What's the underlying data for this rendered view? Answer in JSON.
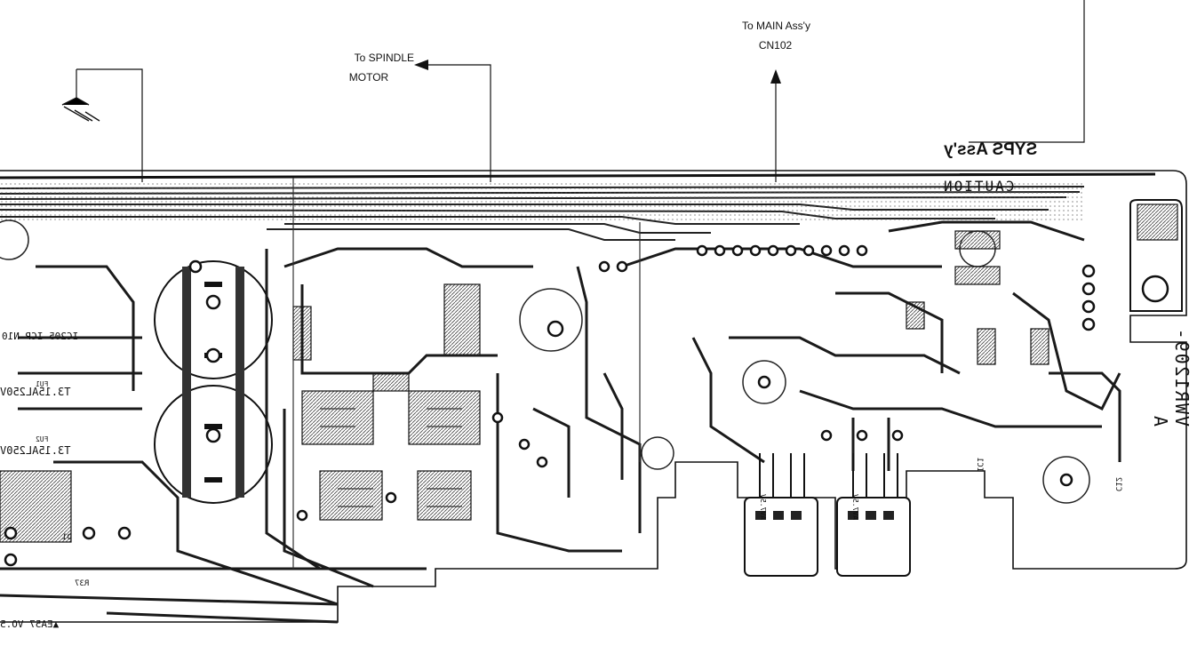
{
  "labels": {
    "to_main": "To MAIN Ass'y",
    "cn_main": "CN102",
    "to_spindle": "To SPINDLE",
    "motor": "MOTOR",
    "assy_title": "SYPS Ass'y",
    "board_code": "VWR1209-A",
    "caution": "CAUTION",
    "fuse1_ref": "FU1",
    "fuse1_val": "T3.15AL250V",
    "fuse2_ref": "FU2",
    "fuse2_val": "T3.15AL250V",
    "ic_label": "IC205 ICP-N10",
    "connector_l": "AV7.5V",
    "connector_r": "AV7.5V",
    "bottom_code": "▲EA57 VO.5",
    "ic1": "IC1",
    "c12": "C12",
    "d1": "D1",
    "r37": "R37"
  },
  "colors": {
    "ink": "#111111",
    "paper": "#ffffff",
    "trace": "#2a2a2a"
  }
}
